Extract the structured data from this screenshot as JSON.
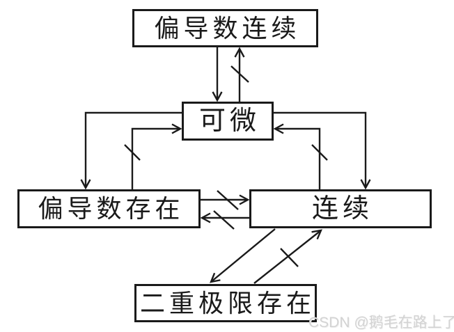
{
  "diagram": {
    "nodes": {
      "partial_derivatives_continuous": {
        "label": "偏导数连续"
      },
      "differentiable": {
        "label": "可微"
      },
      "partial_derivatives_exist": {
        "label": "偏导数存在"
      },
      "continuous": {
        "label": "连续"
      },
      "double_limit_exists": {
        "label": "二重极限存在"
      }
    },
    "edges": [
      {
        "from": "偏导数连续",
        "to": "可微",
        "crossed": false
      },
      {
        "from": "可微",
        "to": "偏导数连续",
        "crossed": true
      },
      {
        "from": "可微",
        "to": "偏导数存在",
        "crossed": false
      },
      {
        "from": "偏导数存在",
        "to": "可微",
        "crossed": true
      },
      {
        "from": "可微",
        "to": "连续",
        "crossed": false
      },
      {
        "from": "连续",
        "to": "可微",
        "crossed": true
      },
      {
        "from": "偏导数存在",
        "to": "连续",
        "crossed": true
      },
      {
        "from": "连续",
        "to": "偏导数存在",
        "crossed": true
      },
      {
        "from": "连续",
        "to": "二重极限存在",
        "crossed": false
      },
      {
        "from": "二重极限存在",
        "to": "连续",
        "crossed": true
      }
    ],
    "colors": {
      "line": "#1a1a1a",
      "background": "#ffffff",
      "watermark": "#d3d3d3"
    }
  },
  "watermark": {
    "text": "CSDN @鹅毛在路上了"
  }
}
